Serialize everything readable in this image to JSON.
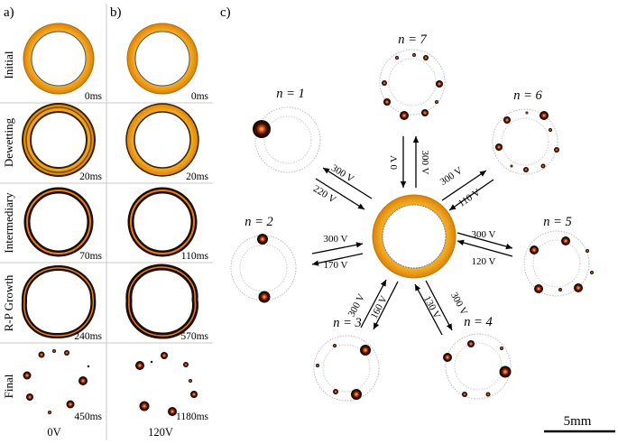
{
  "panels": {
    "a": {
      "label": "a)",
      "voltage": "0V",
      "times": [
        "0ms",
        "20ms",
        "70ms",
        "240ms",
        "450ms"
      ]
    },
    "b": {
      "label": "b)",
      "voltage": "120V",
      "times": [
        "0ms",
        "20ms",
        "110ms",
        "570ms",
        "1180ms"
      ]
    },
    "c": {
      "label": "c)"
    }
  },
  "stages": [
    "Initial",
    "Dewetting",
    "Intermediary",
    "R-P Growth",
    "Final"
  ],
  "states": [
    {
      "id": "n1",
      "label": "n = 1",
      "up": "300 V",
      "down": "220 V"
    },
    {
      "id": "n2",
      "label": "n = 2",
      "up": "300 V",
      "down": "170 V"
    },
    {
      "id": "n3",
      "label": "n = 3",
      "up": "300 V",
      "down": "160 V"
    },
    {
      "id": "n4",
      "label": "n = 4",
      "up": "300 V",
      "down": "130 V"
    },
    {
      "id": "n5",
      "label": "n = 5",
      "up": "300 V",
      "down": "120 V"
    },
    {
      "id": "n6",
      "label": "n = 6",
      "up": "300 V",
      "down": "110 V"
    },
    {
      "id": "n7",
      "label": "n = 7",
      "up": "300 V",
      "down": "0 V"
    }
  ],
  "scale_bar": "5mm",
  "colors": {
    "film_outer": "#e08a10",
    "film_inner": "#f5c542",
    "droplet": "#2a0f05",
    "grid": "#c8c8c8"
  }
}
